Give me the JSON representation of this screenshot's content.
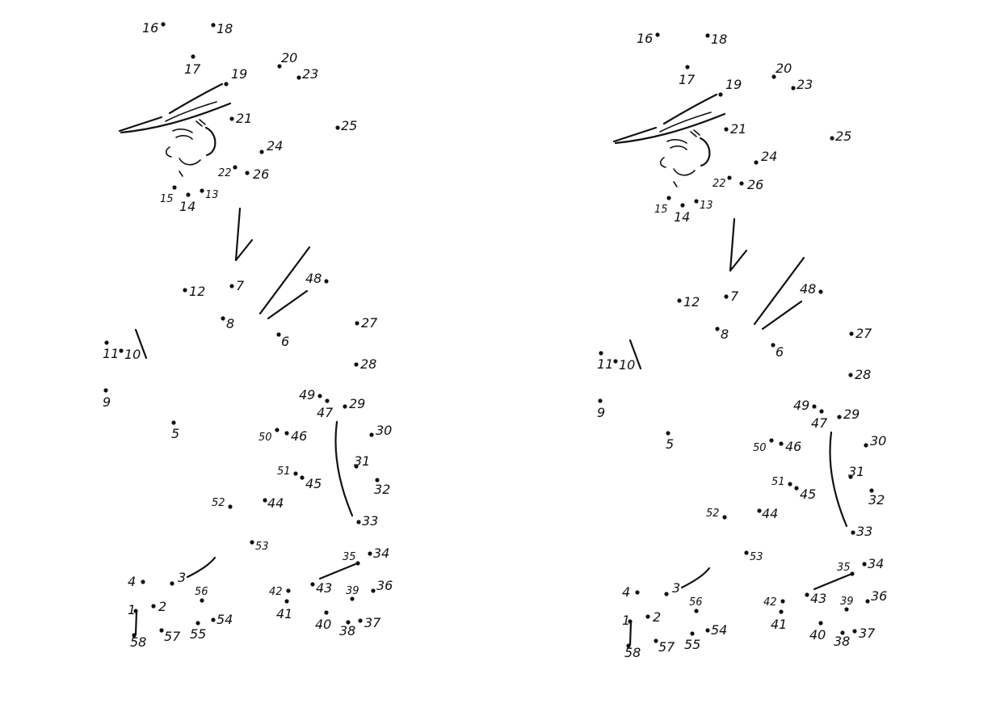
{
  "worksheet": {
    "puzzles": [
      {
        "id": "left",
        "points": [
          {
            "n": "1"
          },
          {
            "n": "2"
          },
          {
            "n": "3"
          },
          {
            "n": "4"
          },
          {
            "n": "5"
          },
          {
            "n": "6"
          },
          {
            "n": "7"
          },
          {
            "n": "8"
          },
          {
            "n": "9"
          },
          {
            "n": "10"
          },
          {
            "n": "11"
          },
          {
            "n": "12"
          },
          {
            "n": "13"
          },
          {
            "n": "14"
          },
          {
            "n": "15"
          },
          {
            "n": "16"
          },
          {
            "n": "17"
          },
          {
            "n": "18"
          },
          {
            "n": "19"
          },
          {
            "n": "20"
          },
          {
            "n": "21"
          },
          {
            "n": "22"
          },
          {
            "n": "23"
          },
          {
            "n": "24"
          },
          {
            "n": "25"
          },
          {
            "n": "26"
          },
          {
            "n": "27"
          },
          {
            "n": "28"
          },
          {
            "n": "29"
          },
          {
            "n": "30"
          },
          {
            "n": "31"
          },
          {
            "n": "32"
          },
          {
            "n": "33"
          },
          {
            "n": "34"
          },
          {
            "n": "35"
          },
          {
            "n": "36"
          },
          {
            "n": "37"
          },
          {
            "n": "38"
          },
          {
            "n": "39"
          },
          {
            "n": "40"
          },
          {
            "n": "41"
          },
          {
            "n": "42"
          },
          {
            "n": "43"
          },
          {
            "n": "44"
          },
          {
            "n": "45"
          },
          {
            "n": "46"
          },
          {
            "n": "47"
          },
          {
            "n": "48"
          },
          {
            "n": "49"
          },
          {
            "n": "50"
          },
          {
            "n": "51"
          },
          {
            "n": "52"
          },
          {
            "n": "53"
          },
          {
            "n": "54"
          },
          {
            "n": "55"
          },
          {
            "n": "56"
          },
          {
            "n": "57"
          },
          {
            "n": "58"
          }
        ]
      },
      {
        "id": "right",
        "points": [
          {
            "n": "1"
          },
          {
            "n": "2"
          },
          {
            "n": "3"
          },
          {
            "n": "4"
          },
          {
            "n": "5"
          },
          {
            "n": "6"
          },
          {
            "n": "7"
          },
          {
            "n": "8"
          },
          {
            "n": "9"
          },
          {
            "n": "10"
          },
          {
            "n": "11"
          },
          {
            "n": "12"
          },
          {
            "n": "13"
          },
          {
            "n": "14"
          },
          {
            "n": "15"
          },
          {
            "n": "16"
          },
          {
            "n": "17"
          },
          {
            "n": "18"
          },
          {
            "n": "19"
          },
          {
            "n": "20"
          },
          {
            "n": "21"
          },
          {
            "n": "22"
          },
          {
            "n": "23"
          },
          {
            "n": "24"
          },
          {
            "n": "25"
          },
          {
            "n": "26"
          },
          {
            "n": "27"
          },
          {
            "n": "28"
          },
          {
            "n": "29"
          },
          {
            "n": "30"
          },
          {
            "n": "31"
          },
          {
            "n": "32"
          },
          {
            "n": "33"
          },
          {
            "n": "34"
          },
          {
            "n": "35"
          },
          {
            "n": "36"
          },
          {
            "n": "37"
          },
          {
            "n": "38"
          },
          {
            "n": "39"
          },
          {
            "n": "40"
          },
          {
            "n": "41"
          },
          {
            "n": "42"
          },
          {
            "n": "43"
          },
          {
            "n": "44"
          },
          {
            "n": "45"
          },
          {
            "n": "46"
          },
          {
            "n": "47"
          },
          {
            "n": "48"
          },
          {
            "n": "49"
          },
          {
            "n": "50"
          },
          {
            "n": "51"
          },
          {
            "n": "52"
          },
          {
            "n": "53"
          },
          {
            "n": "54"
          },
          {
            "n": "55"
          },
          {
            "n": "56"
          },
          {
            "n": "57"
          },
          {
            "n": "58"
          }
        ]
      }
    ]
  }
}
